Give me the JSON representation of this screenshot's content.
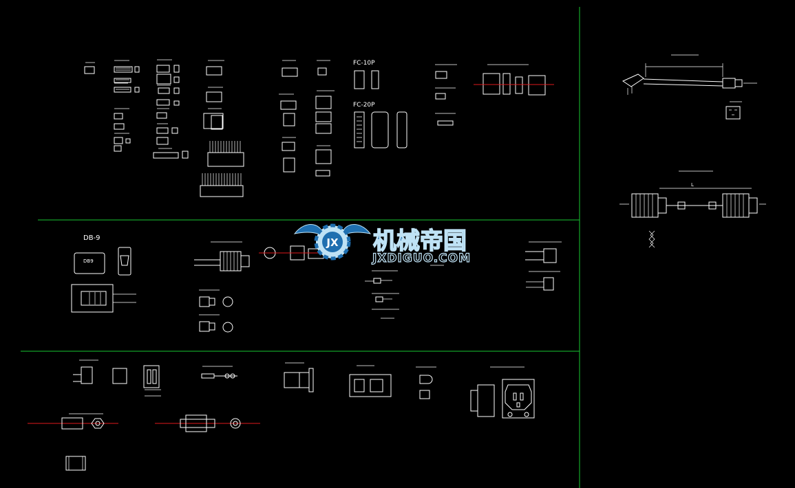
{
  "colors": {
    "background": "#000000",
    "drawing": "#ffffff",
    "frame": "#19c832",
    "centerline": "#e0191c",
    "watermark_primary": "#1f6fb0",
    "watermark_light": "#bfe2f5"
  },
  "labels": {
    "fc10p": "FC-10P",
    "fc20p": "FC-20P",
    "db9": "DB-9",
    "db9_body": "DB9",
    "dim_L": "L"
  },
  "watermark": {
    "badge": "JX",
    "title": "机械帝国",
    "url": "JXDIGUO.COM",
    "icon": "gear-wings-logo-icon"
  }
}
